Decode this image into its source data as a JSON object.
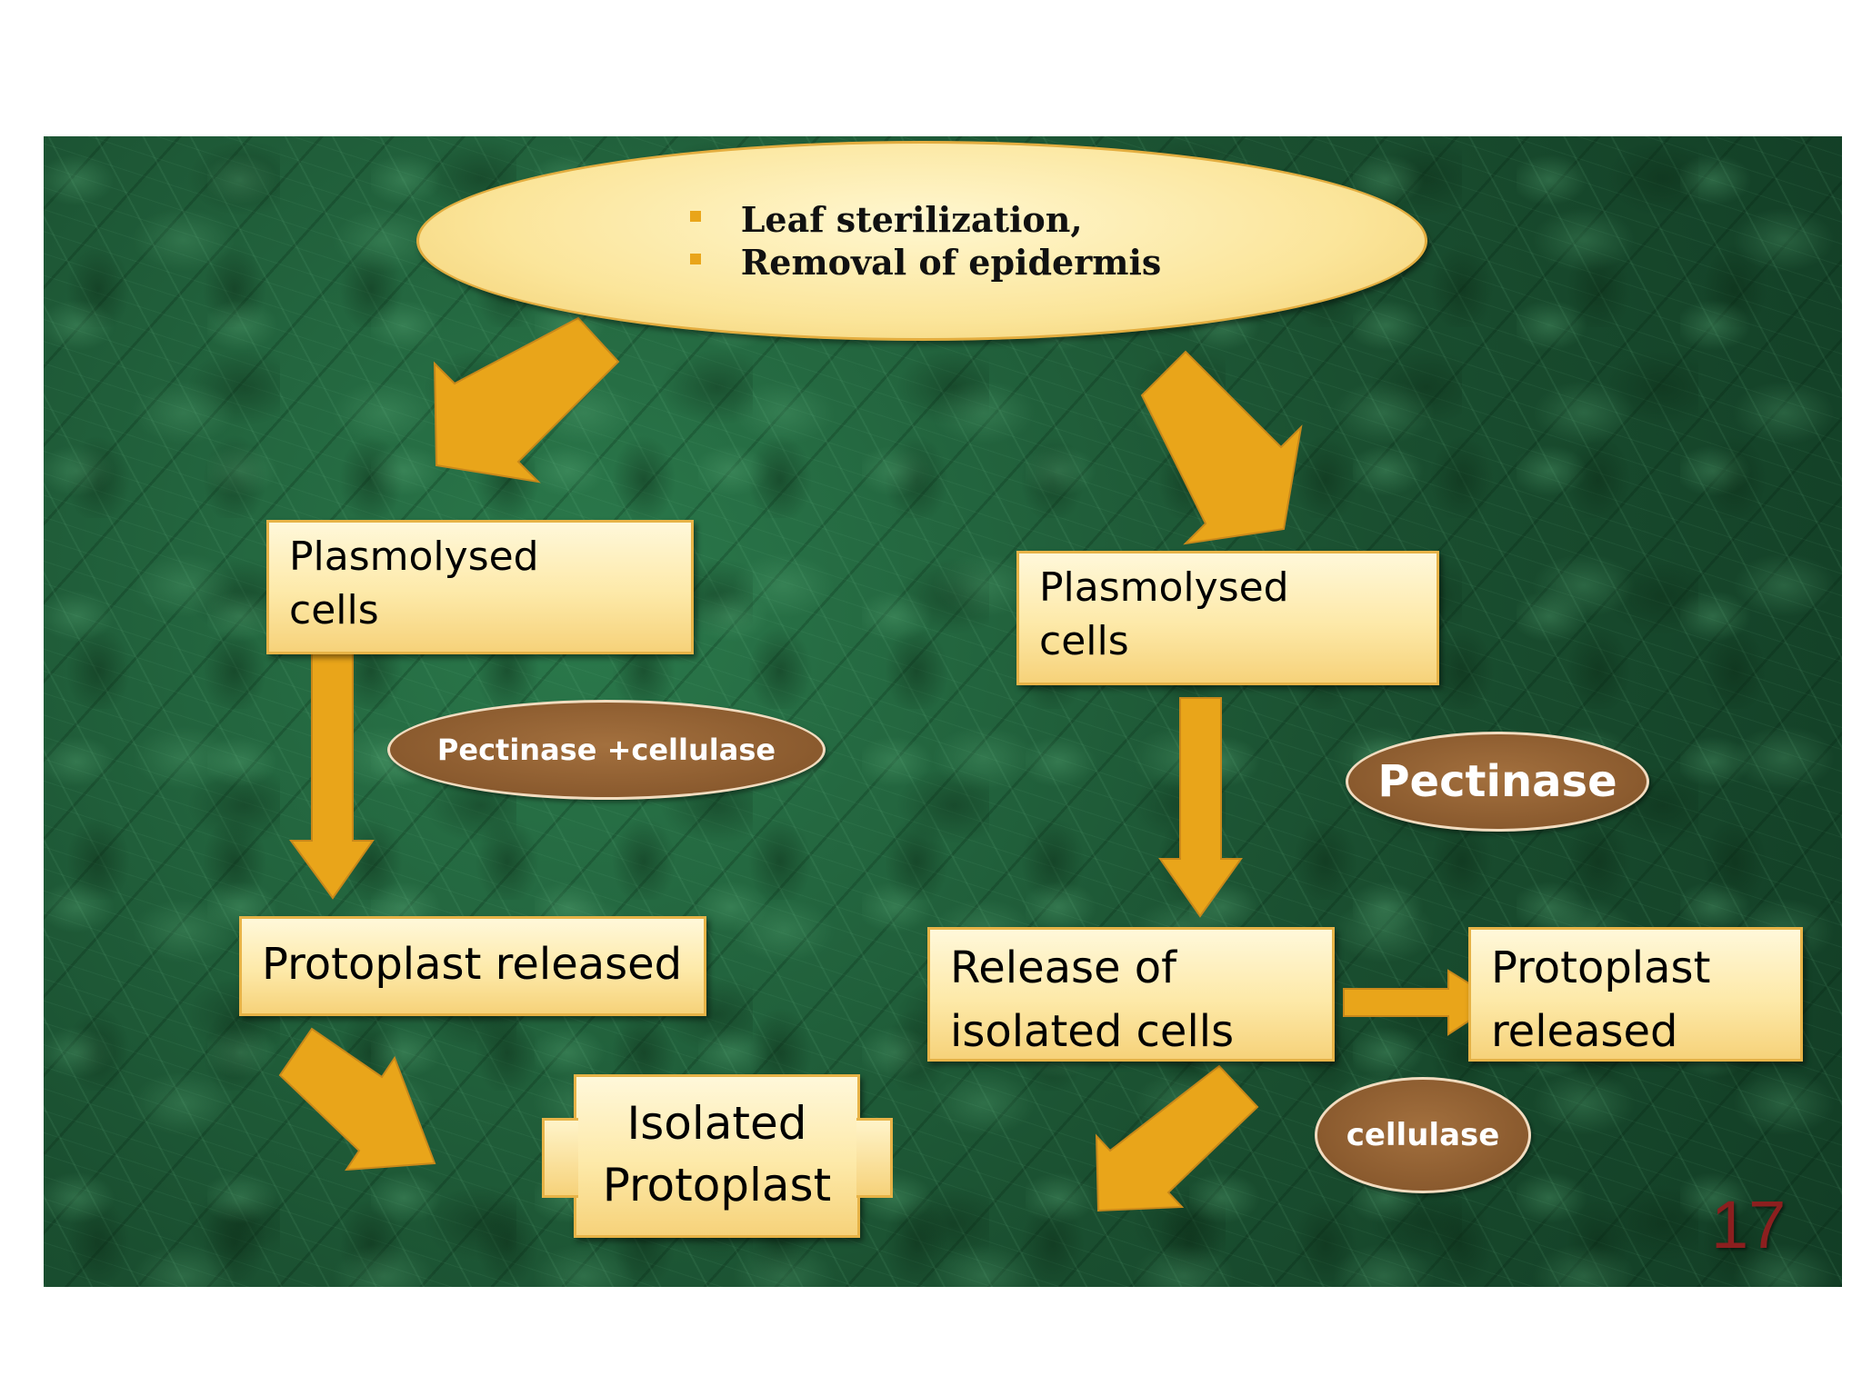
{
  "top_ellipse": {
    "items": [
      "Leaf sterilization,",
      "Removal of epidermis"
    ]
  },
  "left_branch": {
    "plasmolysed": "Plasmolysed\ncells",
    "enzyme": "Pectinase +cellulase",
    "released": "Protoplast released",
    "isolated": "Isolated\nProtoplast"
  },
  "right_branch": {
    "plasmolysed": "Plasmolysed\ncells",
    "enzyme_1": "Pectinase",
    "release_cells": "Release of\nisolated cells",
    "released": "Protoplast\nreleased",
    "enzyme_2": "cellulase"
  },
  "slide_number": "17",
  "colors": {
    "arrow": "#e9a51a",
    "box_fill": "#fde9a8",
    "enzyme_fill": "#8a5a2e",
    "background": "#1e5a37",
    "slide_number": "#8c1f1f"
  }
}
